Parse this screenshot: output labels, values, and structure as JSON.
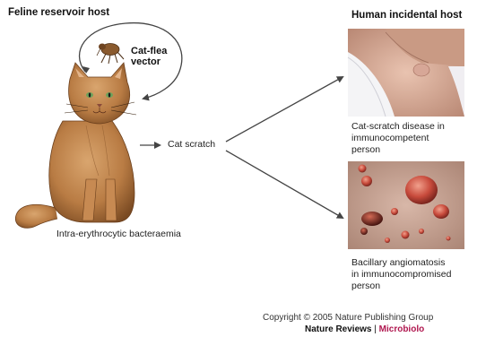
{
  "left_header": "Feline reservoir host",
  "right_header": "Human incidental host",
  "vector_label_line1": "Cat-flea",
  "vector_label_line2": "vector",
  "scratch_label": "Cat scratch",
  "cat_caption": "Intra-erythrocytic bacteraemia",
  "photo1_caption": [
    "Cat-scratch disease in",
    "immunocompetent",
    "person"
  ],
  "photo2_caption": [
    "Bacillary angiomatosis",
    "in immunocompromised",
    "person"
  ],
  "copyright": "Copyright © 2005 Nature Publishing Group",
  "brand": {
    "name": "Nature Reviews",
    "separator": "|",
    "journal": "Microbiolo"
  }
}
